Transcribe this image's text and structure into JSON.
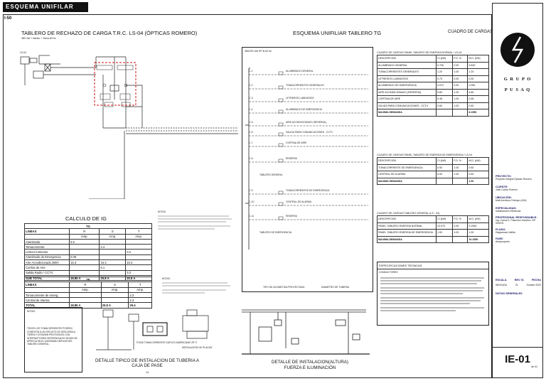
{
  "header": {
    "tab": "ESQUEMA UNIFILAR",
    "sheet_code": "I-50"
  },
  "titles": {
    "rechazo": "TABLERO DE RECHAZO DE CARGA T.R.C. LS-04 (ÓPTICAS ROMERO)",
    "rechazo_sub": "380 Volt + Neutro + Tierra 60 Hz",
    "unifilar": "ESQUEMA UNIFILIAR TABLERO TG",
    "cuadro": "CUADRO DE CARGAS",
    "calculo": "CALCULO DE IG",
    "detalle_tuberia": "DETALLE TIPICO DE INSTALACION DE TUBERIA A CAJA DE PASE",
    "detalle_altura": "DETALLE DE INSTALACION(ALTURA)",
    "detalle_altura2": "FUERZA E ILUMINACIÓN"
  },
  "rechazo_labels": {
    "ls": "LS-04",
    "main_note": "380/220 Volt 3F+N 60 Hz"
  },
  "unifilar_circuits": [
    {
      "breaker": "C-1",
      "label": "ALUMBRADO GENERAL"
    },
    {
      "breaker": "C-2",
      "label": "TOMACORRIENTES GENERALES"
    },
    {
      "breaker": "C-3",
      "label": "LETREROS LUMINOSOS"
    },
    {
      "breaker": "C-4",
      "label": "ALUMBRADO DE EMERGENCIA"
    },
    {
      "breaker": "C-5",
      "label": "AIRE ACONDICIONADO (RESERVA)"
    },
    {
      "breaker": "C-6",
      "label": "SALIDA PARA COMUNICACIONES - CCTV"
    },
    {
      "breaker": "C-7",
      "label": "CORTINA DE AIRE"
    },
    {
      "breaker": "C-8",
      "label": "RESERVA"
    },
    {
      "breaker": "C-9",
      "label": "TOMACORRIENTES DE EMERGENCIA"
    },
    {
      "breaker": "C-10",
      "label": "CENTRAL DE ALARMA"
    },
    {
      "breaker": "C-11",
      "label": "RESERVA"
    }
  ],
  "unifilar_notes": {
    "tg": "TABLERO GENERAL",
    "ts": "TABLERO DE EMERGENCIA",
    "te": "TIPO DE ACOMETIDA PROYECTADA",
    "cable": "DIAMETRO DE TUBERIA"
  },
  "load_tables": [
    {
      "title": "CUADRO DE CARGAS PANEL TABLERO DE ENERGÍA NORMAL / LS-04",
      "headers": [
        "DESCRIPCION",
        "CI (kW)",
        "F.D. %",
        "M.D. (kW)"
      ],
      "rows": [
        [
          "ALUMBRADO GENERAL",
          "0.700",
          "0.90",
          "0.630"
        ],
        [
          "TOMACORRIENTES GENERALES",
          "1.20",
          "1.00",
          "1.20"
        ],
        [
          "LETREROS LUMINOSOS",
          "0.70",
          "0.90",
          "0.30"
        ],
        [
          "ALUMBRADO DE EMERGENCIA",
          "0.072",
          "0.30",
          "0.050"
        ],
        [
          "AIRE ACONDICIONADO (RESERVA)",
          "9.60",
          "1.00",
          "4.80"
        ],
        [
          "CORTINA DE AIRE",
          "0.48",
          "1.00",
          "0.48"
        ],
        [
          "SALIDA PARA COMUNICACIONES - CCTV",
          "0.60",
          "1.00",
          "0.60"
        ],
        [
          "MAXIMA DEMANDA",
          "",
          "",
          "8.1550"
        ]
      ]
    },
    {
      "title": "CUADRO DE CARGAS PANEL TABLERO DE ENERGÍA DE EMERGENCIA / LS-04",
      "headers": [
        "DESCRIPCION",
        "CI (kW)",
        "F.D. %",
        "M.D. (kW)"
      ],
      "rows": [
        [
          "TOMACORRIENTE DE EMERGENCIA",
          "0.50",
          "1.00",
          "0.50"
        ],
        [
          "CENTRAL DE ALARMA",
          "0.50",
          "1.00",
          "0.50"
        ],
        [
          "MAXIMA DEMANDA",
          "",
          "",
          "1.00"
        ]
      ]
    },
    {
      "title": "CUADRO DE CARGAS TABLERO GENERAL (LS - 04)",
      "headers": [
        "DESCRIPCION",
        "CI (kW)",
        "F.D. %",
        "M.D. (kW)"
      ],
      "rows": [
        [
          "PANEL TABLERO ENERGÍA NORMAL",
          "13.070",
          "0.90",
          "9.1550"
        ],
        [
          "PANEL TABLERO ENERGÍA DE EMERGENCIA",
          "1.00",
          "1.00",
          "1.00"
        ],
        [
          "MAXIMA DEMANDA",
          "",
          "",
          "10.1550"
        ]
      ]
    }
  ],
  "especificaciones": {
    "title": "ESPECIFICACIONES TECNICAS",
    "sub": "CONDUCTORES"
  },
  "ig_tg": {
    "title": "TG",
    "headers": [
      "LINEAS",
      "R",
      "S",
      "T"
    ],
    "units": [
      "",
      "Amp.",
      "Amp.",
      "Amp."
    ],
    "rows": [
      [
        "Alumbrado",
        "3.5",
        "",
        ""
      ],
      [
        "Tomacorriente",
        "",
        "4.4",
        ""
      ],
      [
        "Letrero luminoso",
        "",
        "",
        "3.2"
      ],
      [
        "Alumbrado de Emergencia",
        "0.09",
        "",
        ""
      ],
      [
        "Aire Acondicionado 380V",
        "15.3",
        "15.3",
        "15.3"
      ],
      [
        "Cortina de Aire",
        "",
        "6.1",
        ""
      ],
      [
        "Salida Radio / CCTV",
        "",
        "",
        "3.3"
      ]
    ],
    "total": [
      "SUB TOTAL",
      "18.85 A",
      "25.8 A",
      "20.8 A"
    ]
  },
  "ig_te": {
    "title": "TE",
    "headers": [
      "LINEAS",
      "R",
      "S",
      "T"
    ],
    "units": [
      "",
      "Amp.",
      "Amp.",
      "Amp."
    ],
    "rows": [
      [
        "Tomacorriente de emerg.",
        "",
        "",
        "2.3"
      ],
      [
        "Central de Alarma",
        "",
        "",
        "2.3"
      ]
    ],
    "total": [
      "TOTAL",
      "18.85 A",
      "25.8 A",
      "25.4"
    ]
  },
  "notas": {
    "n1": "NOTAS:",
    "n2": "NOTAS:",
    "nota_box": "NOTAS:",
    "nota_box_text": "TODOS LOS TOMACORRIENTES POSEEN CONEXIÓN A UN CIRCUITO DE DESCARGA A TIERRA Y ESTARÁN PROTEGIDOS CON INTERRUPTORES DIFERENCIALES SEGÚN SE APRECIA EN EL DIAGRAMA UNIFILAR DEL TABLERO GENERAL."
  },
  "details": {
    "toma_label": "P1026 TOMACORRIENTE DUPLEX AMERICANO 2P+T",
    "placas_label": "INSTALACION DE PLACAS",
    "escala": "1/1"
  },
  "title_block": {
    "logo_lines": [
      "G R U P O",
      "P U S A Q"
    ],
    "fields": [
      {
        "label": "PROYECTO:",
        "value": "Proyecto integral Ópticas Romero"
      },
      {
        "label": "CLIENTE:",
        "value": "Juan Carlos Romero"
      },
      {
        "label": "UBICACIÓN:",
        "value": "Mall Aventura Chiclayo (A34)"
      },
      {
        "label": "ESPECIALIDAD:",
        "value": "Instalaciones Eléctricas"
      },
      {
        "label": "PROFESIONAL RESPONSABLE:",
        "value": "Ing. Carlos E. Palomino Sánchez CIP 000476"
      },
      {
        "label": "PLANO:",
        "value": "Diagramas Unifilar"
      },
      {
        "label": "FASE:",
        "value": "Anteproyecto"
      }
    ],
    "escala_row": {
      "escala": "ESCALA",
      "rev": "REV 01",
      "fecha": "FECHA"
    },
    "escala_vals": {
      "escala": "INDICADA",
      "rev": "01",
      "fecha": "Octubre 2020"
    },
    "notas_generales": "NOTAS GENERALES",
    "sheet": "IE-01",
    "sheet_of": "de 01"
  }
}
